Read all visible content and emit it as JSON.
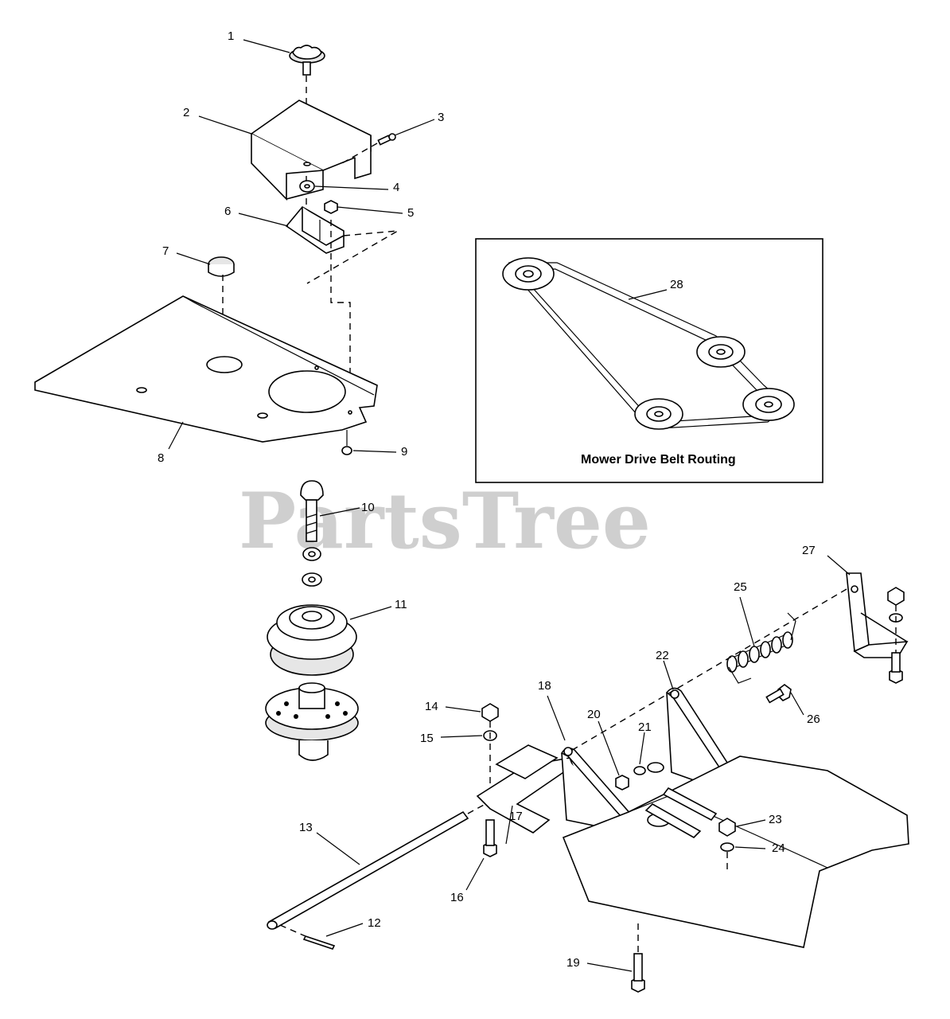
{
  "watermark": {
    "text": "PartsTree",
    "tm": "™"
  },
  "inset": {
    "caption": "Mower Drive Belt Routing"
  },
  "callouts": [
    {
      "id": "c1",
      "label": "1"
    },
    {
      "id": "c2",
      "label": "2"
    },
    {
      "id": "c3",
      "label": "3"
    },
    {
      "id": "c4",
      "label": "4"
    },
    {
      "id": "c5",
      "label": "5"
    },
    {
      "id": "c6",
      "label": "6"
    },
    {
      "id": "c7",
      "label": "7"
    },
    {
      "id": "c8",
      "label": "8"
    },
    {
      "id": "c9",
      "label": "9"
    },
    {
      "id": "c10",
      "label": "10"
    },
    {
      "id": "c11",
      "label": "11"
    },
    {
      "id": "c12",
      "label": "12"
    },
    {
      "id": "c13",
      "label": "13"
    },
    {
      "id": "c14",
      "label": "14"
    },
    {
      "id": "c15",
      "label": "15"
    },
    {
      "id": "c16",
      "label": "16"
    },
    {
      "id": "c17",
      "label": "17"
    },
    {
      "id": "c18",
      "label": "18"
    },
    {
      "id": "c19",
      "label": "19"
    },
    {
      "id": "c20",
      "label": "20"
    },
    {
      "id": "c21",
      "label": "21"
    },
    {
      "id": "c22",
      "label": "22"
    },
    {
      "id": "c23",
      "label": "23"
    },
    {
      "id": "c24",
      "label": "24"
    },
    {
      "id": "c25",
      "label": "25"
    },
    {
      "id": "c26",
      "label": "26"
    },
    {
      "id": "c27",
      "label": "27"
    },
    {
      "id": "c28",
      "label": "28"
    }
  ]
}
